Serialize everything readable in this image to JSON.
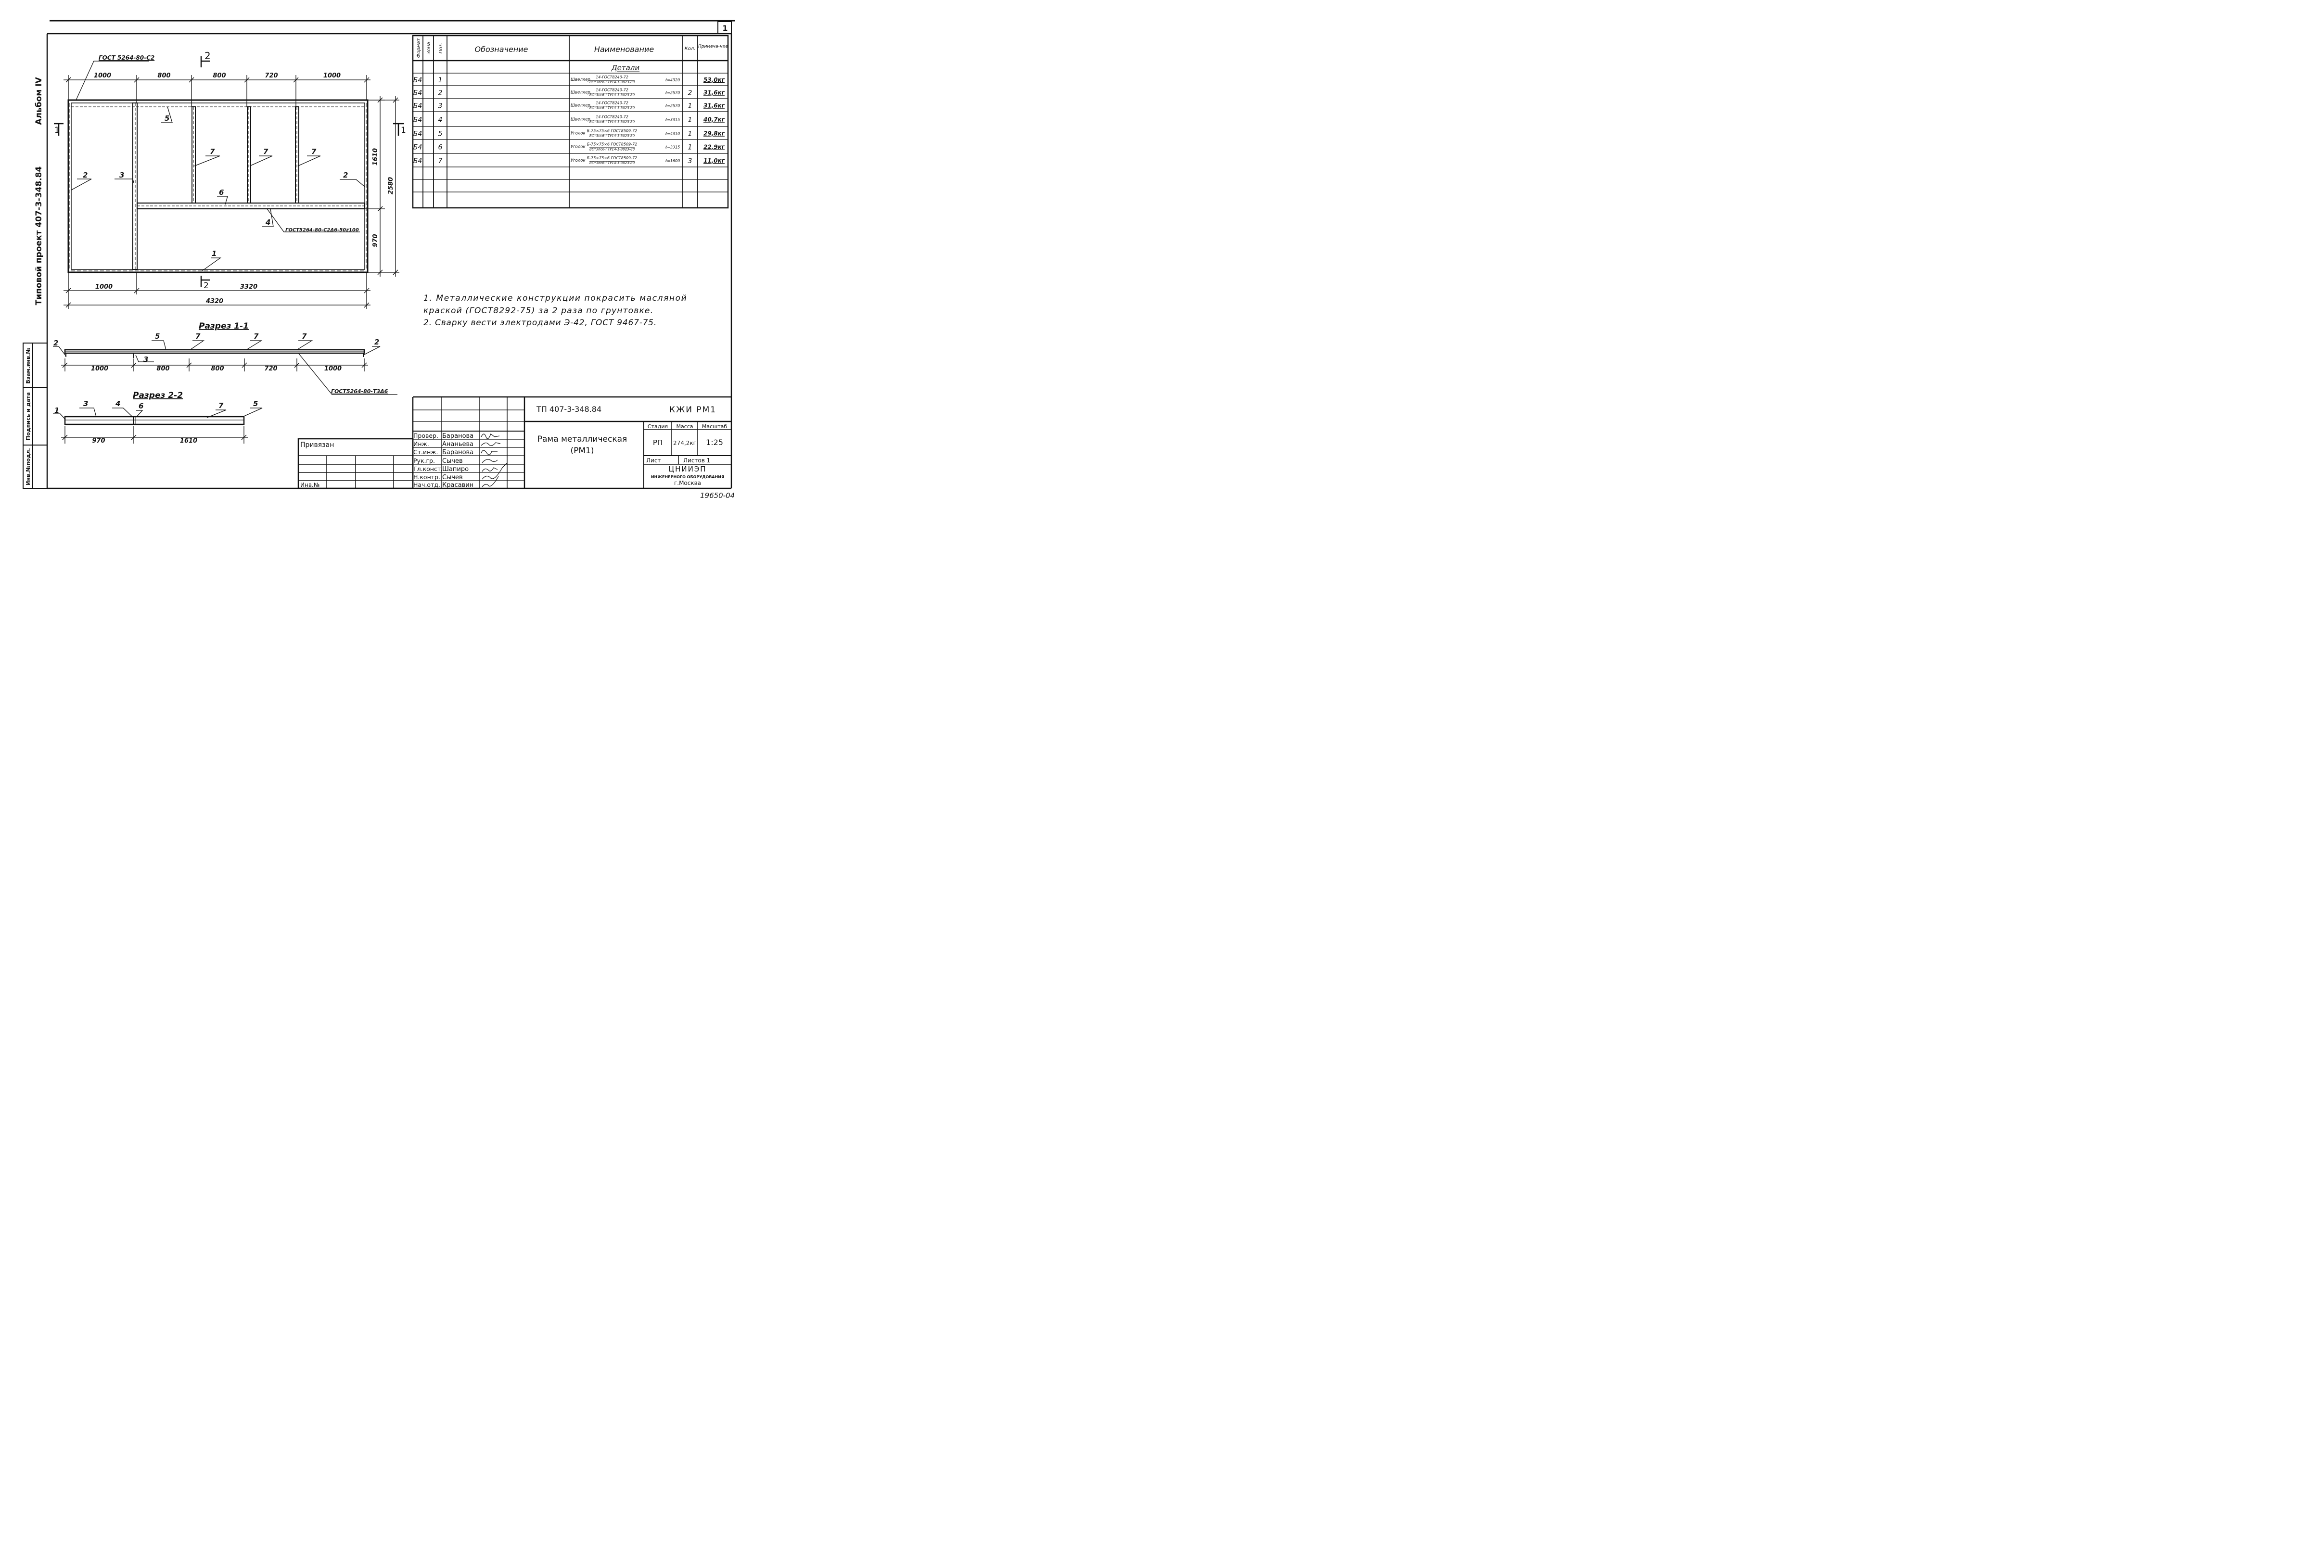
{
  "sheet": {
    "number": "1",
    "bottom_stamp": "19650-04",
    "side_album": "Альбом IV",
    "side_project": "Типовой проект 407-3-348.84",
    "margin_labels": [
      "Взам.инв.№",
      "Подпись и дата",
      "Инв.№подл."
    ]
  },
  "plan": {
    "gost_top": "ГОСТ 5264-80-С2",
    "gost_mid": "ГОСТ5264-80-С2Δ6-50z100",
    "gost_bottom": "ГОСТ5264-80-Т3Δ6",
    "section_mark_1": "1",
    "section_mark_2": "2",
    "top_dims": [
      "1000",
      "800",
      "800",
      "720",
      "1000"
    ],
    "bottom_dims": [
      "1000",
      "3320"
    ],
    "total_width": "4320",
    "right_dims": [
      "1610",
      "970"
    ],
    "total_height": "2580",
    "position_labels": [
      "1",
      "2",
      "2",
      "3",
      "4",
      "5",
      "6",
      "7",
      "7",
      "7"
    ]
  },
  "section_1": {
    "title": "Разрез 1-1",
    "dims": [
      "1000",
      "800",
      "800",
      "720",
      "1000"
    ],
    "labels": [
      "2",
      "5",
      "7",
      "7",
      "7",
      "2",
      "3"
    ]
  },
  "section_2": {
    "title": "Разрез 2-2",
    "dims": [
      "970",
      "1610"
    ],
    "labels": [
      "1",
      "3",
      "4",
      "6",
      "7",
      "5"
    ]
  },
  "spec_table": {
    "headers": {
      "format": "Формат",
      "zone": "Зона",
      "pos": "Поз.",
      "designation": "Обозначение",
      "name": "Наименование",
      "qty": "Кол.",
      "note": "Примеча-ние"
    },
    "section_title": "Детали",
    "rows": [
      {
        "format": "Б4",
        "pos": "1",
        "name": "Швеллер",
        "spec1": "14-ГОСТ8240-72",
        "spec2": "ВСт3пс6-I ТУ14-1-3023-80",
        "length": "ℓ=4320",
        "qty": "",
        "note": "53,0кг"
      },
      {
        "format": "Б4",
        "pos": "2",
        "name": "Швеллер",
        "spec1": "14-ГОСТ8240-72",
        "spec2": "ВСт3пс6-I ТУ14-1-3023-80",
        "length": "ℓ=2570",
        "qty": "2",
        "note": "31,6кг"
      },
      {
        "format": "Б4",
        "pos": "3",
        "name": "Швеллер",
        "spec1": "14-ГОСТ8240-72",
        "spec2": "ВСт3пс6-I ТУ14-1-3023-80",
        "length": "ℓ=2570",
        "qty": "1",
        "note": "31,6кг"
      },
      {
        "format": "Б4",
        "pos": "4",
        "name": "Швеллер",
        "spec1": "14-ГОСТ8240-72",
        "spec2": "ВСт3пс6-I ТУ14-1-3023-80",
        "length": "ℓ=3315",
        "qty": "1",
        "note": "40,7кг"
      },
      {
        "format": "Б4",
        "pos": "5",
        "name": "Уголок",
        "spec1": "Б-75×75×6 ГОСТ8509-72",
        "spec2": "ВСт3пс6-I ТУ14-1-3023-80",
        "length": "ℓ=4310",
        "qty": "1",
        "note": "29,8кг"
      },
      {
        "format": "Б4",
        "pos": "6",
        "name": "Уголок",
        "spec1": "Б-75×75×6 ГОСТ8509-72",
        "spec2": "ВСт3пс6-I ТУ14-1-3023-80",
        "length": "ℓ=3315",
        "qty": "1",
        "note": "22,9кг"
      },
      {
        "format": "Б4",
        "pos": "7",
        "name": "Уголок",
        "spec1": "Б-75×75×6 ГОСТ8509-72",
        "spec2": "ВСт3пс6-I ТУ14-1-3023-80",
        "length": "ℓ=1600",
        "qty": "3",
        "note": "11,0кг"
      }
    ]
  },
  "notes": [
    "1. Металлические конструкции покрасить масляной",
    "краской (ГОСТ8292-75) за 2 раза по грунтовке.",
    "2. Сварку вести электродами Э-42, ГОСТ 9467-75."
  ],
  "title_block": {
    "doc_code": "ТП 407-3-348.84",
    "sheet_code": "КЖИ РМ1",
    "title_line1": "Рама металлическая",
    "title_line2": "(РМ1)",
    "stage_label": "Стадия",
    "mass_label": "Масса",
    "scale_label": "Масштаб",
    "stage": "РП",
    "mass": "274,2кг",
    "scale": "1:25",
    "sheet_label": "Лист",
    "sheets_label": "Листов 1",
    "org_line1": "ЦНИИЭП",
    "org_line2": "инженерного оборудования",
    "org_line3": "г.Москва",
    "bound_label": "Привязан",
    "inv_label": "Инв.№",
    "roles": [
      {
        "role": "Провер.",
        "name": "Баранова"
      },
      {
        "role": "Инж.",
        "name": "Ананьева"
      },
      {
        "role": "Ст.инж.",
        "name": "Баранова"
      },
      {
        "role": "Рук.гр.",
        "name": "Сычев"
      },
      {
        "role": "Гл.конст.",
        "name": "Шапиро"
      },
      {
        "role": "Н.контр.",
        "name": "Сычев"
      },
      {
        "role": "Нач.отд.",
        "name": "Красавин"
      }
    ]
  }
}
